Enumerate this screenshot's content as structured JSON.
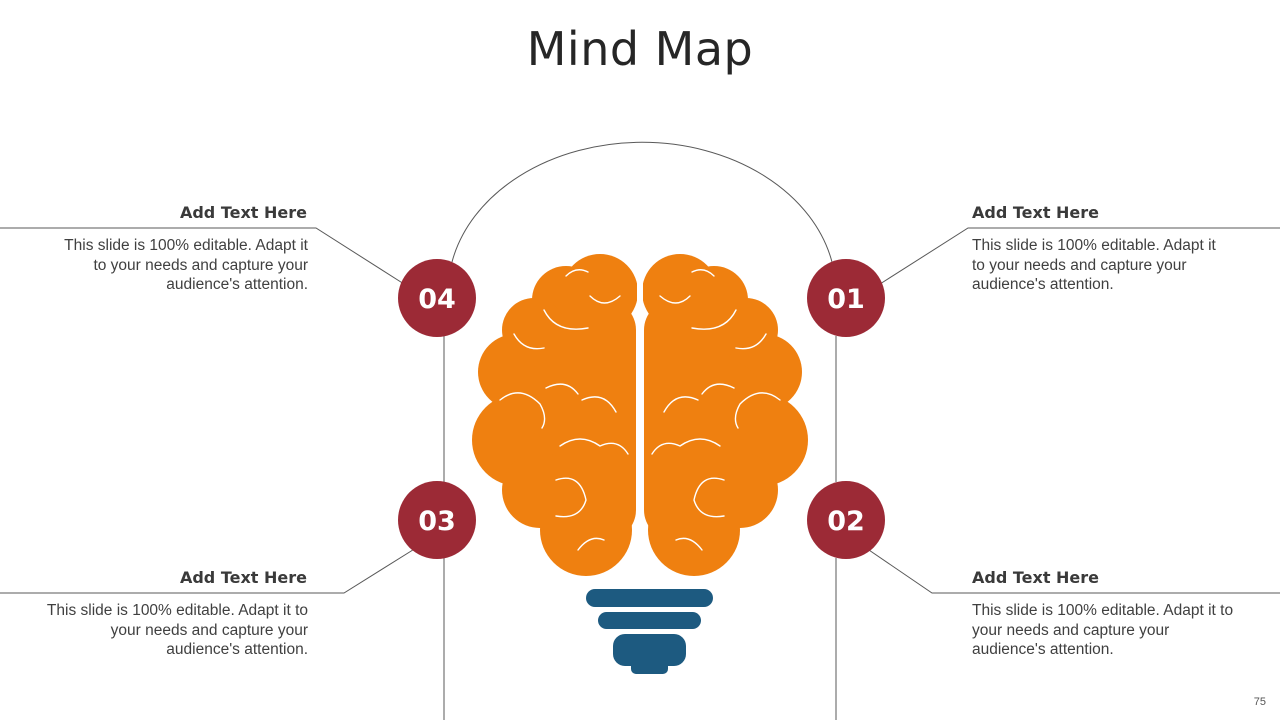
{
  "slide": {
    "title": "Mind Map",
    "page_number": "75"
  },
  "colors": {
    "badge": "#9c2a36",
    "brain": "#ef8010",
    "bulb_base": "#1d5a80",
    "line": "#595959"
  },
  "items": [
    {
      "number": "01",
      "heading": "Add Text Here",
      "body": [
        "This slide is 100% editable. Adapt it",
        "to your needs and capture your",
        "audience's attention."
      ]
    },
    {
      "number": "02",
      "heading": "Add Text Here",
      "body": [
        "This slide is 100% editable. Adapt it to",
        "your needs and capture your",
        "audience's attention."
      ]
    },
    {
      "number": "03",
      "heading": "Add Text Here",
      "body": [
        "This slide is 100% editable. Adapt it to",
        "your needs and capture your",
        "audience's attention."
      ]
    },
    {
      "number": "04",
      "heading": "Add Text Here",
      "body": [
        "This slide is 100% editable. Adapt it",
        "to your needs and capture your",
        "audience's attention."
      ]
    }
  ],
  "graphic": {
    "icon": "brain-lightbulb-icon"
  }
}
